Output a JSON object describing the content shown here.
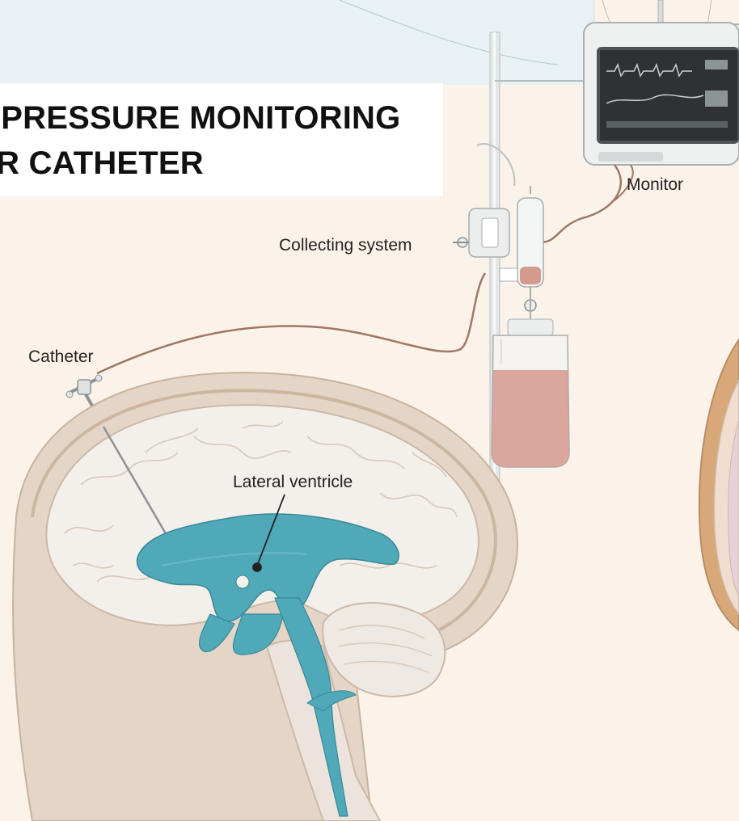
{
  "title": {
    "line1": "L PRESSURE MONITORING",
    "line2": "AR CATHETER"
  },
  "labels": {
    "monitor": "Monitor",
    "collecting_system": "Collecting system",
    "catheter": "Catheter",
    "lateral_ventricle": "Lateral ventricle"
  },
  "colors": {
    "background": "#fbf3e9",
    "sky_panel": "#e8f1f4",
    "ventricle": "#4fa9b8",
    "brain": "#f3efeb",
    "skull": "#d9c6b4",
    "csf_fluid": "#d39a8d",
    "tubing": "#9d7865"
  }
}
